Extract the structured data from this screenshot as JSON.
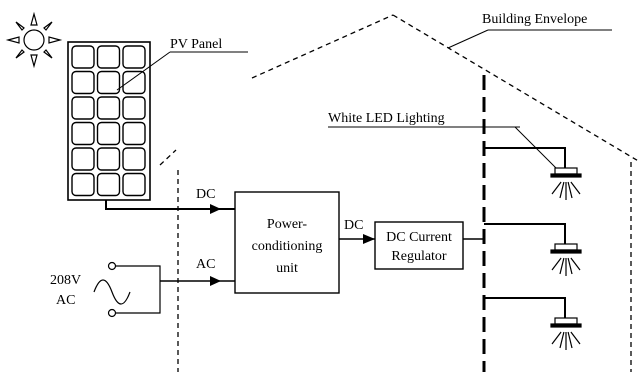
{
  "labels": {
    "building_envelope": "Building Envelope",
    "pv_panel": "PV Panel",
    "white_led_lighting": "White LED Lighting",
    "dc_input": "DC",
    "ac_input": "AC",
    "dc_output": "DC",
    "power_conditioning": [
      "Power-",
      "conditioning",
      "unit"
    ],
    "dc_regulator": [
      "DC Current",
      "Regulator"
    ],
    "grid_voltage": "208V",
    "grid_type": "AC"
  }
}
